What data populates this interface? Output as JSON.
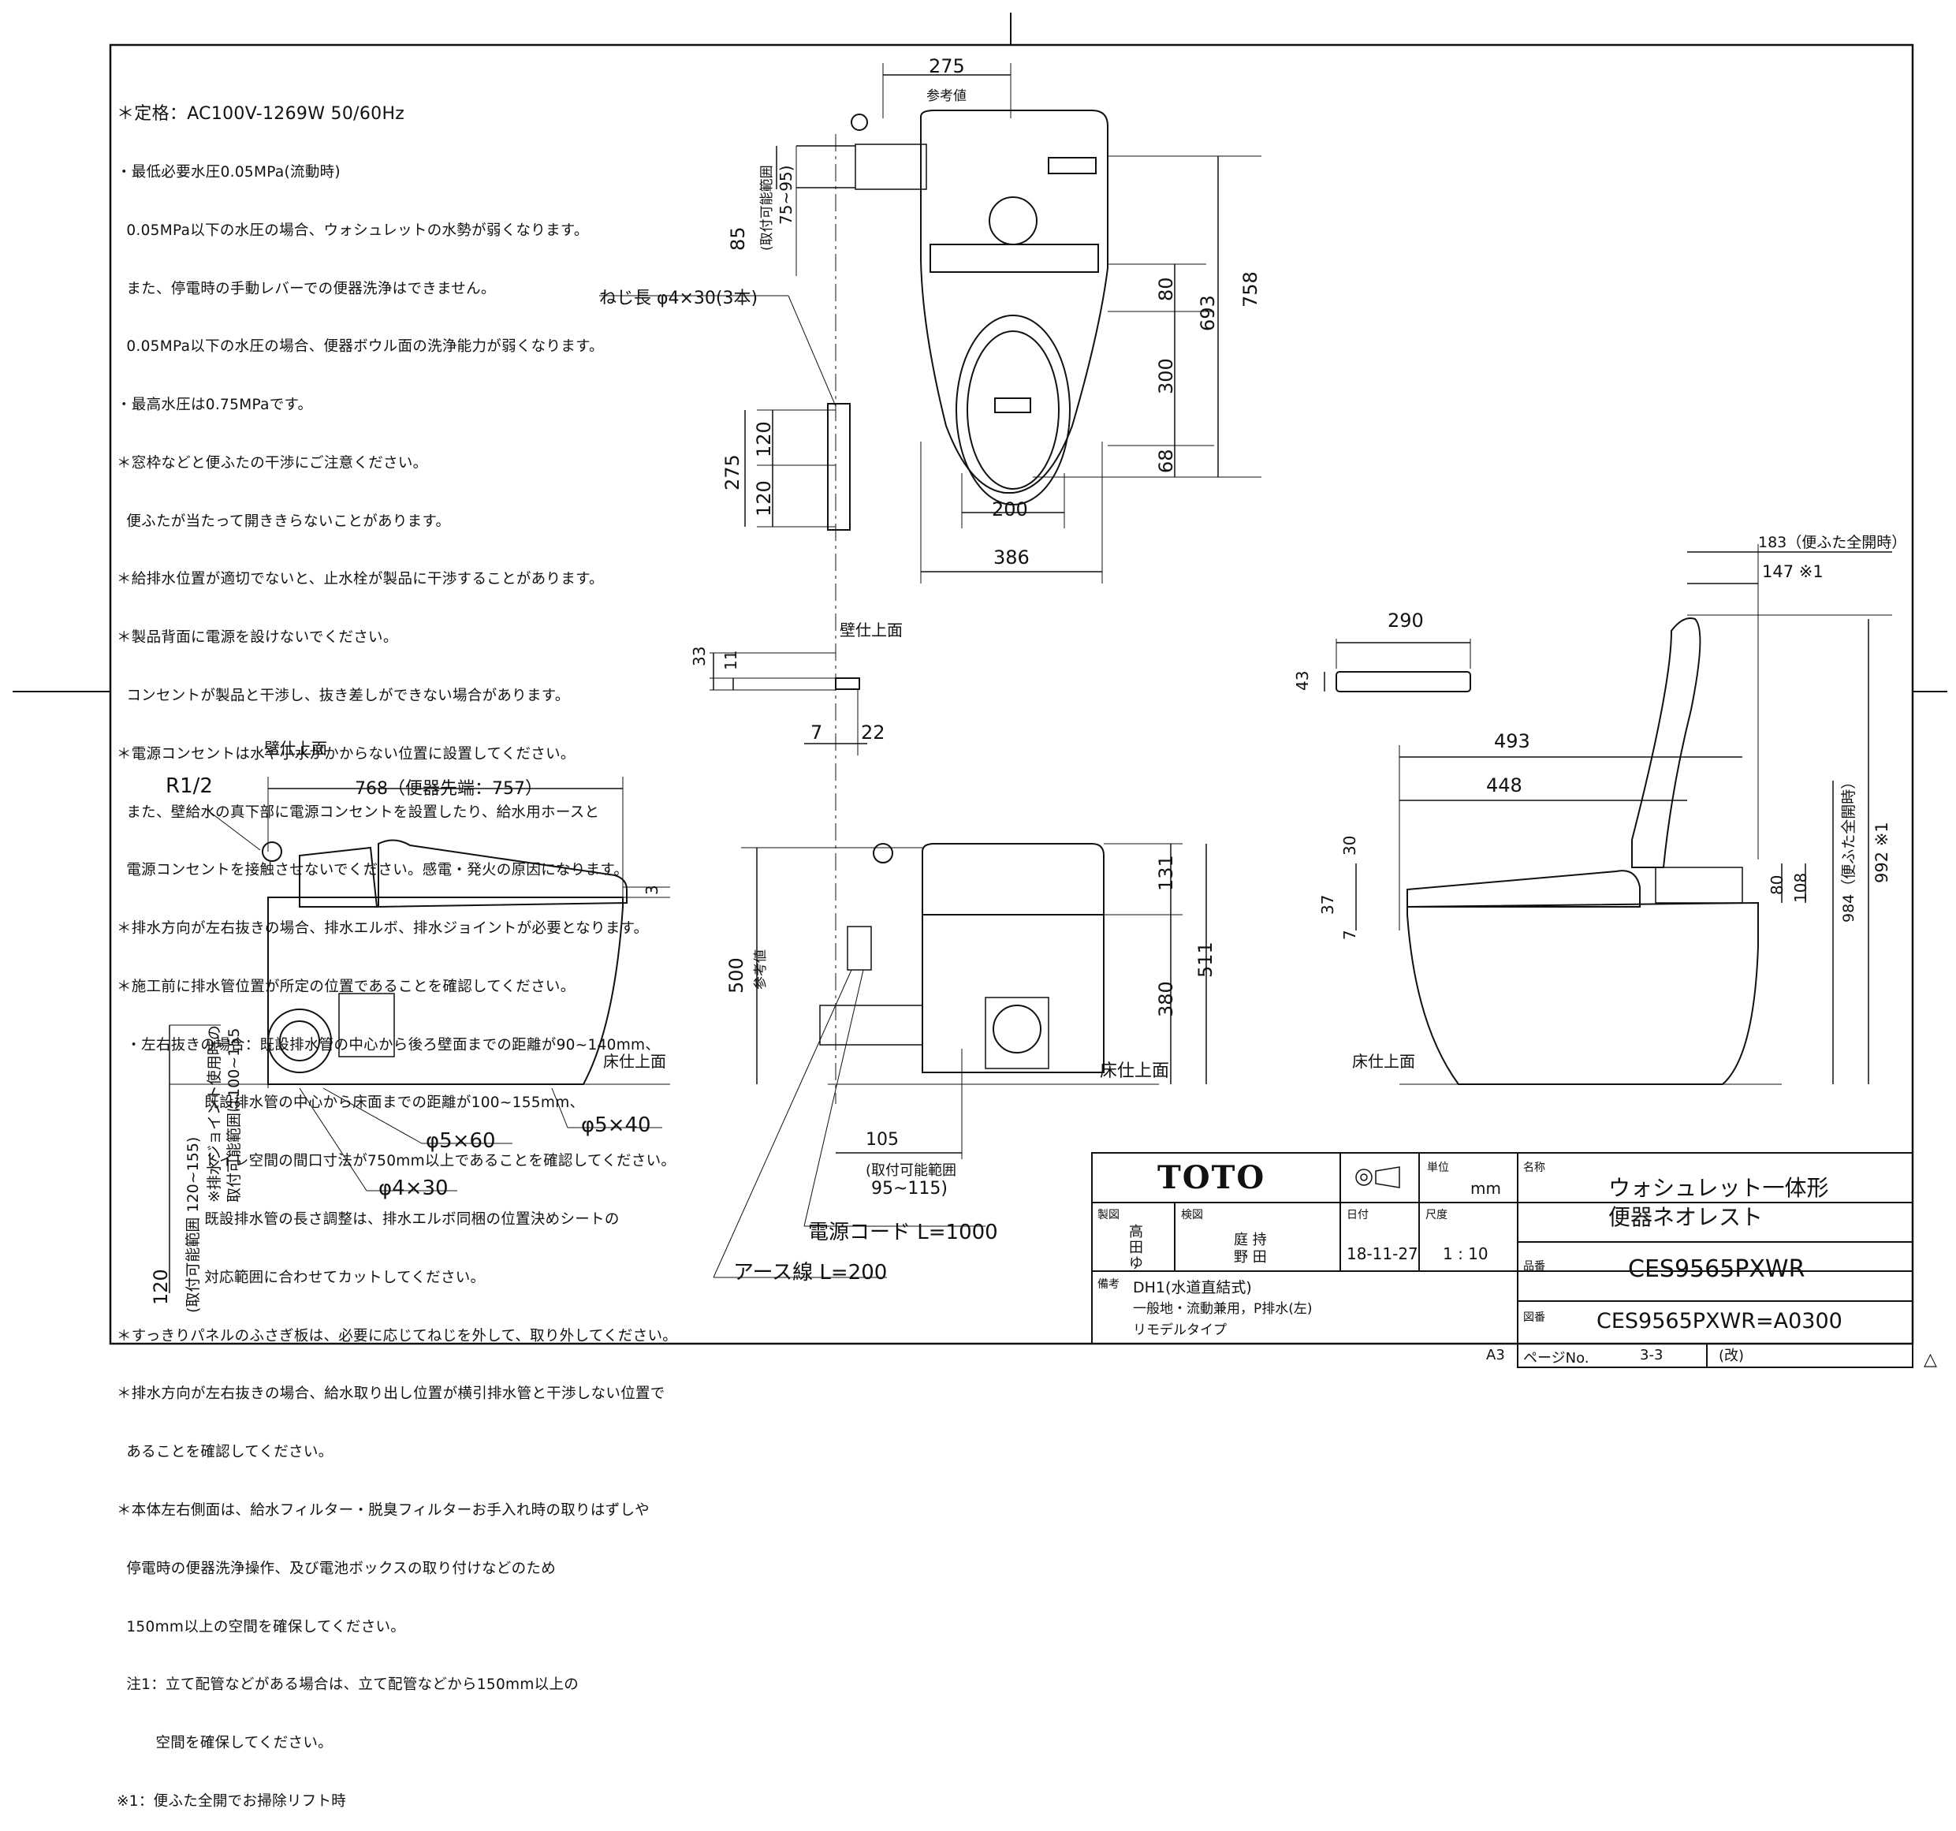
{
  "notes": [
    "＊定格：AC100V-1269W 50/60Hz",
    "・最低必要水圧0.05MPa(流動時)",
    "  0.05MPa以下の水圧の場合、ウォシュレットの水勢が弱くなります。",
    "  また、停電時の手動レバーでの便器洗浄はできません。",
    "  0.05MPa以下の水圧の場合、便器ボウル面の洗浄能力が弱くなります。",
    "・最高水圧は0.75MPaです。",
    "＊窓枠などと便ふたの干渉にご注意ください。",
    "  便ふたが当たって開ききらないことがあります。",
    "＊給排水位置が適切でないと、止水栓が製品に干渉することがあります。",
    "＊製品背面に電源を設けないでください。",
    "  コンセントが製品と干渉し、抜き差しができない場合があります。",
    "＊電源コンセントは水や小水がかからない位置に設置してください。",
    "  また、壁給水の真下部に電源コンセントを設置したり、給水用ホースと",
    "  電源コンセントを接触させないでください。感電・発火の原因になります。",
    "＊排水方向が左右抜きの場合、排水エルボ、排水ジョイントが必要となります。",
    "＊施工前に排水管位置が所定の位置であることを確認してください。",
    "  ・左右抜きの場合：既設排水管の中心から後ろ壁面までの距離が90~140mm、",
    "                  既設排水管の中心から床面までの距離が100~155mm、",
    "                  トイレ空間の間口寸法が750mm以上であることを確認してください。",
    "                  既設排水管の長さ調整は、排水エルボ同梱の位置決めシートの",
    "                  対応範囲に合わせてカットしてください。",
    "＊すっきりパネルのふさぎ板は、必要に応じてねじを外して、取り外してください。",
    "＊排水方向が左右抜きの場合、給水取り出し位置が横引排水管と干渉しない位置で",
    "  あることを確認してください。",
    "＊本体左右側面は、給水フィルター・脱臭フィルターお手入れ時の取りはずしや",
    "  停電時の便器洗浄操作、及び電池ボックスの取り付けなどのため",
    "  150mm以上の空間を確保してください。",
    "  注1：立て配管などがある場合は、立て配管などから150mm以上の",
    "        空間を確保してください。",
    "※1：便ふた全開でお掃除リフト時"
  ],
  "top_view": {
    "dim_275": "275",
    "ref_value": "参考値",
    "range_label": "(取付可能範囲",
    "range_value": "75~95)",
    "dim_85": "85",
    "dim_80": "80",
    "dim_300": "300",
    "dim_68": "68",
    "dim_693": "693",
    "dim_758": "758",
    "dim_200": "200",
    "dim_386": "386"
  },
  "panel": {
    "screw": "ねじ長 φ4×30(3本)",
    "dim_275": "275",
    "dim_120a": "120",
    "dim_120b": "120"
  },
  "bracket": {
    "wall": "壁仕上面",
    "dim_33": "33",
    "dim_11": "11",
    "dim_7": "7",
    "dim_22": "22"
  },
  "remote": {
    "dim_290": "290",
    "dim_43": "43"
  },
  "left_view": {
    "wall": "壁仕上面",
    "r12": "R1/2",
    "dim_768": "768（便器先端：757）",
    "dim_3": "3",
    "floor": "床仕上面",
    "phi560": "φ5×60",
    "phi540": "φ5×40",
    "phi430": "φ4×30",
    "range1": "(取付可能範囲 120~155)",
    "range2": "※排水ジョイント使用時の",
    "range3": "取付可能範囲は100~155",
    "dim_120": "120"
  },
  "front_view": {
    "ref_value": "参考値",
    "dim_500": "500",
    "dim_131": "131",
    "dim_511": "511",
    "dim_380": "380",
    "dim_105": "105",
    "range_label": "(取付可能範囲",
    "range_value": "95~115)",
    "floor": "床仕上面",
    "power_cord": "電源コード L=1000",
    "earth": "アース線 L=200"
  },
  "right_view": {
    "dim_183": "183（便ふた全開時）",
    "dim_147": "147 ※1",
    "dim_493": "493",
    "dim_448": "448",
    "dim_30": "30",
    "dim_37": "37",
    "dim_7": "7",
    "dim_80": "80",
    "dim_108": "108",
    "dim_984": "984（便ふた全開時）",
    "dim_992": "992 ※1",
    "floor": "床仕上面"
  },
  "title_block": {
    "brand": "TOTO",
    "drawn_label": "製図",
    "drawn_names": [
      "高",
      "田",
      "ゆ"
    ],
    "checked_label": "検図",
    "checked_names": [
      "庭 持",
      "野 田"
    ],
    "date_label": "日付",
    "date": "18-11-27",
    "unit_label": "単位",
    "unit": "mm",
    "scale_label": "尺度",
    "scale": "1 : 10",
    "name_label": "名称",
    "name_line1": "ウォシュレット一体形",
    "name_line2": "便器ネオレスト",
    "part_label": "品番",
    "part_no": "CES9565PXWR",
    "drawing_label": "図番",
    "drawing_no": "CES9565PXWR=A0300",
    "remarks_label": "備考",
    "remarks_line1": "DH1(水道直結式)",
    "remarks_line2": "一般地・流動兼用，P排水(左)",
    "remarks_line3": "リモデルタイプ",
    "sheet_size": "A3",
    "page_label": "ページNo.",
    "page": "3-3",
    "rev": "(改)"
  },
  "corner_mark": "△"
}
